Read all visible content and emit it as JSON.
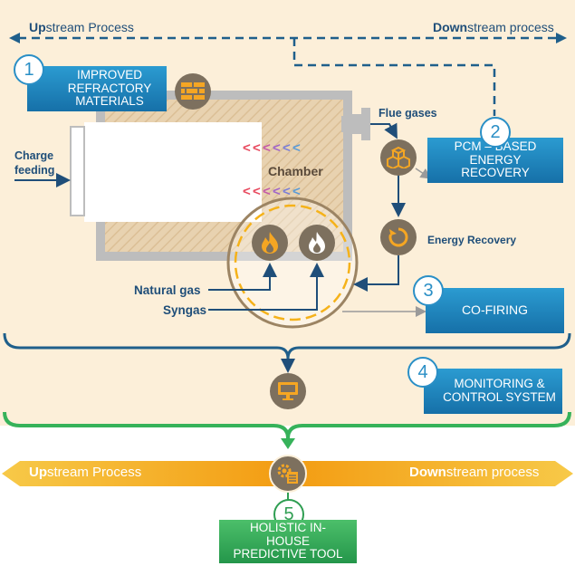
{
  "top_bar": {
    "upstream_bold": "Up",
    "upstream_rest": "stream Process",
    "downstream_bold": "Down",
    "downstream_rest": "stream process"
  },
  "furnace": {
    "chamber_label": "Chamber",
    "charge_label": "Charge feeding",
    "flue_label": "Flue gases",
    "energy_recovery_label": "Energy Recovery",
    "natural_gas_label": "Natural gas",
    "syngas_label": "Syngas"
  },
  "steps": [
    {
      "number": "1",
      "title": "IMPROVED REFRACTORY MATERIALS"
    },
    {
      "number": "2",
      "title": "PCM – BASED ENERGY RECOVERY"
    },
    {
      "number": "3",
      "title": "CO-FIRING"
    },
    {
      "number": "4",
      "title": "MONITORING & CONTROL SYSTEM"
    },
    {
      "number": "5",
      "title": "HOLISTIC IN-HOUSE PREDICTIVE TOOL"
    }
  ],
  "bottom_bar": {
    "upstream_bold": "Up",
    "upstream_rest": "stream Process",
    "downstream_bold": "Down",
    "downstream_rest": "stream process"
  },
  "colors": {
    "panel": "#fcefd9",
    "dark_blue": "#1f4e79",
    "step_blue": "#1a7fba",
    "step_green": "#2f9e52",
    "bar_orange": "#f39c12",
    "icon_brown": "#7d705e",
    "flame_orange": "#f5a623"
  },
  "icons": [
    "bricks-icon",
    "boxes-icon",
    "refresh-icon",
    "flame-icon",
    "monitor-icon",
    "gear-document-icon"
  ]
}
